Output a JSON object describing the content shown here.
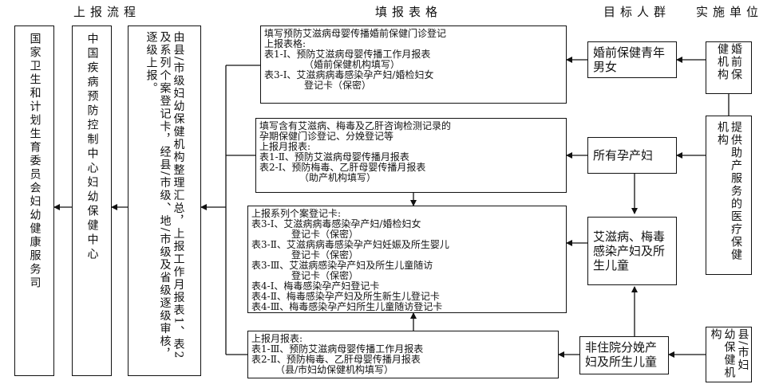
{
  "headers": {
    "col_report_flow": "上报流程",
    "col_forms": "填报表格",
    "col_target": "目标人群",
    "col_unit": "实施单位"
  },
  "units": {
    "premarital": "婚前保健机构",
    "midwifery": "提供助产服务的医疗保健机构",
    "county": "县/市妇幼保健机构"
  },
  "targets": {
    "couples": "婚前保健青年男女",
    "pregnant": "所有孕产妇",
    "infected": "艾滋病、梅毒感染产妇及所生儿童",
    "homebirth": "非住院分娩产妇及所生儿童"
  },
  "forms": {
    "premarital": [
      "填写预防艾滋病母婴传播婚前保健门诊登记",
      "上报表格:",
      "表1-Ⅰ、预防艾滋病母婴传播工作月报表",
      "（婚前保健机构填写）",
      "表3-Ⅰ、艾滋病病毒感染孕产妇/婚检妇女",
      "登记卡（保密）"
    ],
    "midwifery": [
      "填写含有艾滋病、梅毒及乙肝咨询检测记录的",
      "孕期保健门诊登记、分娩登记等",
      "上报月报表:",
      "表1-Ⅱ、预防艾滋病母婴传播月报表",
      "表2-Ⅰ、预防梅毒、乙肝母婴传播月报表",
      "（助产机构填写）"
    ],
    "cases": [
      "上报系列个案登记卡:",
      "表3-Ⅰ、艾滋病病毒感染孕产妇/婚检妇女",
      "登记卡（保密）",
      "表3-Ⅱ、艾滋病病毒感染孕产妇妊娠及所生婴儿",
      "登记卡（保密）",
      "表3-Ⅲ、艾滋病感染孕产妇及所生儿童随访",
      "登记卡（保密）",
      "表4-Ⅰ、梅毒感染孕产妇登记卡",
      "表4-Ⅱ、梅毒感染孕产妇及所生新生儿登记卡",
      "表4-Ⅲ、梅毒感染孕产妇所生儿童随访登记卡"
    ],
    "county": [
      "上报月报表:",
      "表1-Ⅲ、预防艾滋病母婴传播工作月报表",
      "表2-Ⅱ、预防梅毒、乙肝母婴传播月报表",
      "（县/市妇幼保健机构填写）"
    ]
  },
  "flow": {
    "county_level": "由县/市级妇幼保健机构整理汇总，上报工作月报表1、表2及系列个案登记卡，经县/市级、地/市级及省级逐级审核，逐级上报。",
    "national_center": "中国疾病预防控制中心妇幼保健中心",
    "ministry": "国家卫生和计划生育委员会妇幼健康服务司"
  }
}
